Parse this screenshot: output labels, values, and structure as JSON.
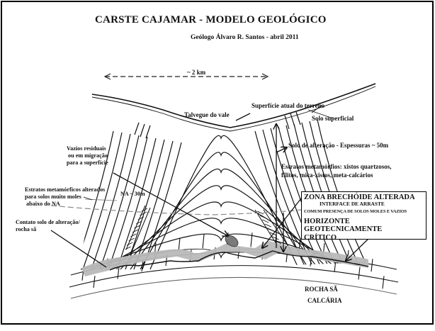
{
  "header": {
    "title": "CARSTE CAJAMAR - MODELO GEOLÓGICO",
    "author": "Geólogo Álvaro R. Santos  -  abril 2011"
  },
  "scale_bar": {
    "label": "~ 2 km"
  },
  "labels": {
    "surface": "Superfície atual do terreno",
    "thalweg": "Talvegue do vale",
    "topsoil": "Solo superficial",
    "weathered_soil": "Solo de alteração - Espessuras ~ 50m",
    "strata_line1": "Estratos metamórfios: xistos quartzosos,",
    "strata_line2": "filitos,  mica-xistos, meta-calcários",
    "voids_line1": "Vazios residuais",
    "voids_line2": "ou em migração",
    "voids_line3": "para a superfície",
    "altered_line1": "Estratos metamórficos alterados",
    "altered_line2": "para solos muito moles",
    "altered_line3": "abaixo do NA",
    "water_level": "NA ~ 30m",
    "contact_line1": "Contato solo de alteração/",
    "contact_line2": "rocha sã",
    "rock_line1": "ROCHA SÃ",
    "rock_line2": "CALCÁRIA"
  },
  "callout_box": {
    "line1": "ZONA  BRECHÓIDE ALTERADA",
    "line2": "INTERFACE DE ARRASTE",
    "line3": "COMUM PRESENÇA DE SOLOS MOLES E VAZIOS",
    "line4": "HORIZONTE GEOTECNICAMENTE",
    "line5": "CRÍTICO"
  },
  "colors": {
    "ink": "#111111",
    "contact_band": "#b9b9b9",
    "void_body": "#7a7a7a",
    "water_level_dash": "#8a8a8a",
    "background": "#ffffff"
  }
}
